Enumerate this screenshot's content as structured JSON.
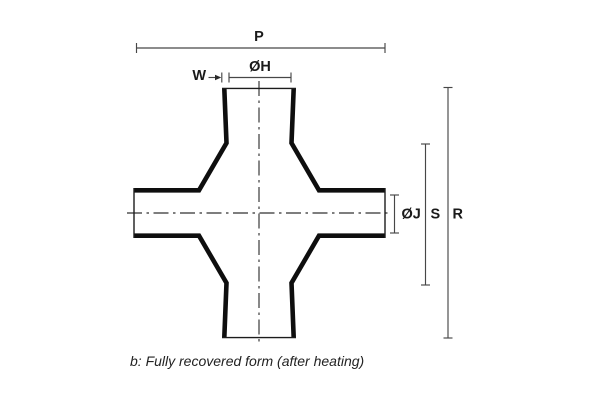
{
  "diagram": {
    "type": "technical-drawing",
    "subject": "four-way cross heat-shrink moulded part, fully recovered form",
    "dimension_labels": {
      "overall_width": "P",
      "top_tube_diameter": "ØH",
      "wall_thickness": "W",
      "side_tube_diameter": "ØJ",
      "shoulder_height": "S",
      "overall_height": "R"
    },
    "caption": "b: Fully recovered form (after heating)",
    "colors": {
      "background": "#ffffff",
      "outline": "#0e0e0e",
      "dimension_line": "#474747",
      "text": "#1a1a1a"
    }
  }
}
